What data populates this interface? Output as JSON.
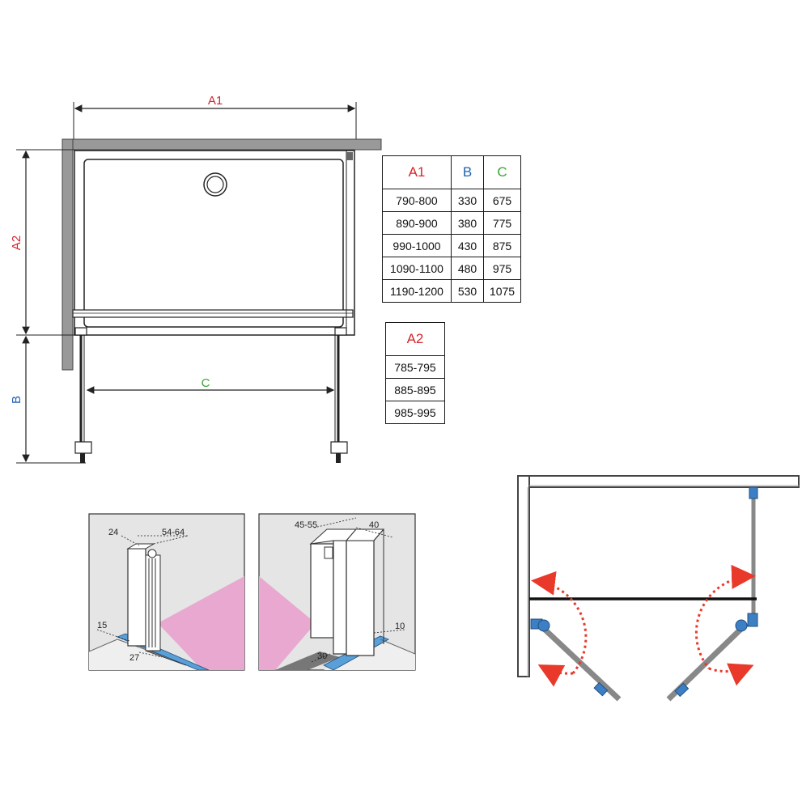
{
  "labels": {
    "a1": "A1",
    "a2": "A2",
    "b": "B",
    "c": "C"
  },
  "colors": {
    "a": "#d4242b",
    "b": "#1f63b0",
    "c": "#3aa535",
    "floor": "#e8a8cf",
    "wall": "#e5e5e5",
    "profile": "#5aa0d8",
    "arrow": "#e8392b"
  },
  "table_main": {
    "headers": [
      "A1",
      "B",
      "C"
    ],
    "rows": [
      [
        "790-800",
        "330",
        "675"
      ],
      [
        "890-900",
        "380",
        "775"
      ],
      [
        "990-1000",
        "430",
        "875"
      ],
      [
        "1090-1100",
        "480",
        "975"
      ],
      [
        "1190-1200",
        "530",
        "1075"
      ]
    ]
  },
  "table_a2": {
    "header": "A2",
    "rows": [
      "785-795",
      "885-895",
      "985-995"
    ]
  },
  "detail_left": {
    "dims": [
      "24",
      "54-64",
      "15",
      "27"
    ]
  },
  "detail_right": {
    "dims": [
      "45-55",
      "40",
      "10",
      "30"
    ]
  }
}
